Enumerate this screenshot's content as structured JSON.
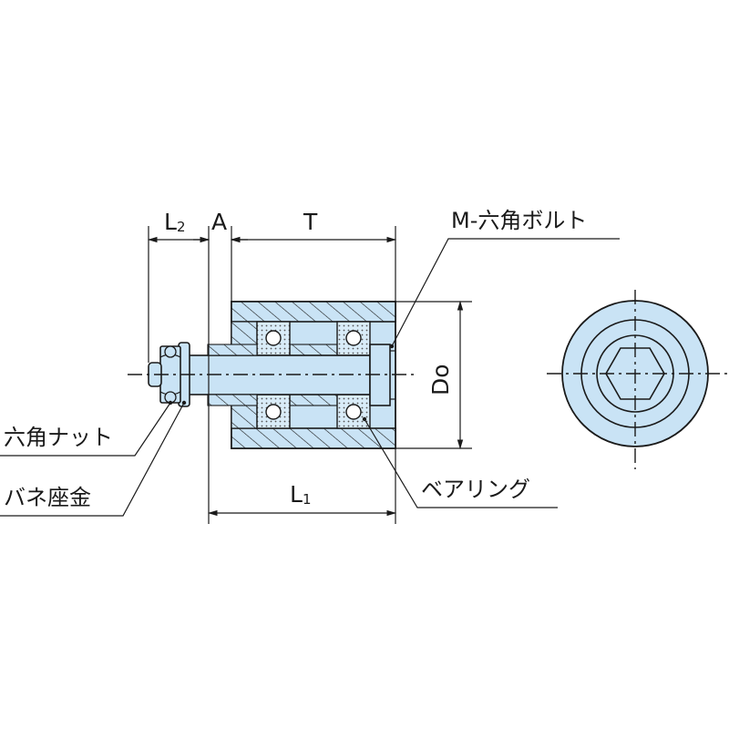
{
  "dimensions": {
    "L2": {
      "main": "L",
      "sub": "2"
    },
    "A": "A",
    "T": "T",
    "Do": "Do",
    "L1": {
      "main": "L",
      "sub": "1"
    }
  },
  "callouts": {
    "hex_bolt": "M-六角ボルト",
    "hex_nut": "六角ナット",
    "spring_washer": "バネ座金",
    "bearing": "ベアリング"
  },
  "colors": {
    "part_fill": "#c9e3f5",
    "line": "#1a1a1a",
    "background": "#ffffff"
  }
}
